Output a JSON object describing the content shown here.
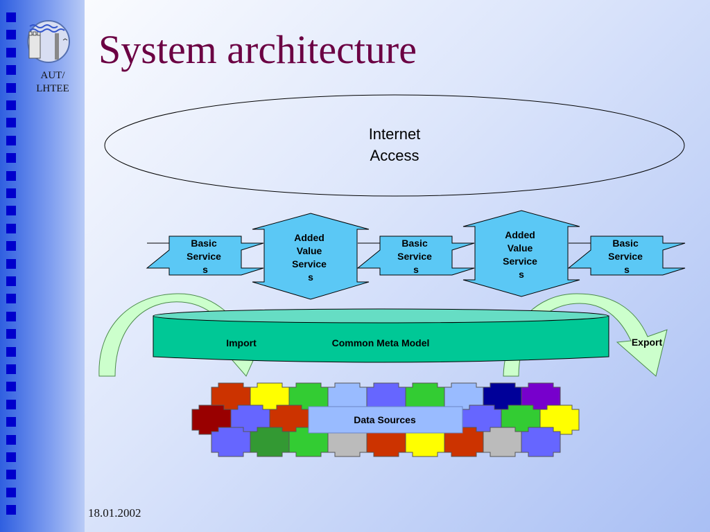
{
  "slide": {
    "title": "System architecture",
    "organization": [
      "AUT/",
      "LHTEE"
    ],
    "date": "18.01.2002"
  },
  "diagram": {
    "internet": [
      "Internet",
      "Access"
    ],
    "services": [
      {
        "kind": "basic",
        "label": [
          "Basic",
          "Service",
          "s"
        ]
      },
      {
        "kind": "added",
        "label": [
          "Added",
          "Value",
          "Service",
          "s"
        ]
      },
      {
        "kind": "basic",
        "label": [
          "Basic",
          "Service",
          "s"
        ]
      },
      {
        "kind": "added",
        "label": [
          "Added",
          "Value",
          "Service",
          "s"
        ]
      },
      {
        "kind": "basic",
        "label": [
          "Basic",
          "Service",
          "s"
        ]
      }
    ],
    "meta_model": "Common Meta Model",
    "import_label": "Import",
    "export_label": "Export",
    "data_sources": "Data Sources"
  },
  "colors": {
    "title": "#6b0043",
    "service_fill": "#5bc8f5",
    "meta_top": "#66ddc4",
    "meta_body": "#00c896",
    "curved_arrow": "#ccffcc",
    "sidebar_squares": "#0000cc",
    "piece_colors": [
      "#cc3300",
      "#ffff00",
      "#33cc33",
      "#99bbff",
      "#6666ff",
      "#000099",
      "#7700cc",
      "#990000",
      "#339933",
      "#bbbbbb"
    ]
  }
}
